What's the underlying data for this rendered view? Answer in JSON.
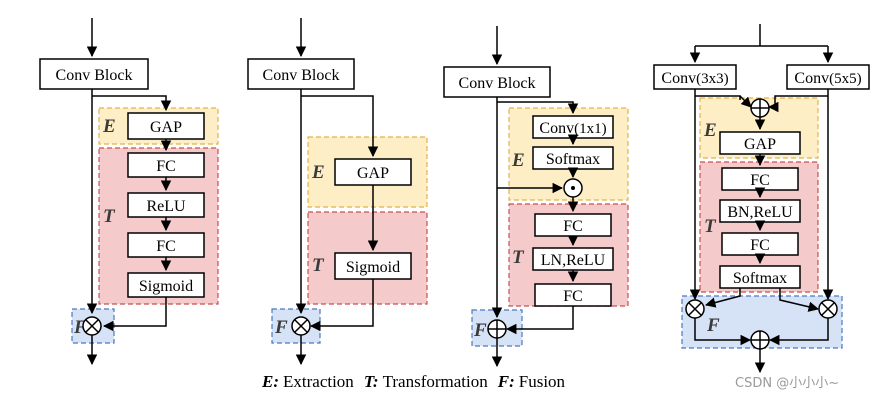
{
  "blocks": {
    "conv_block": "Conv Block",
    "gap": "GAP",
    "fc": "FC",
    "relu": "ReLU",
    "sigmoid": "Sigmoid",
    "conv1x1_main": "Conv",
    "conv1x1_sub": "(1x1)",
    "softmax": "Softmax",
    "ln_relu": "LN,ReLU",
    "conv3x3_main": "Conv",
    "conv3x3_sub": "(3x3)",
    "conv5x5_main": "Conv",
    "conv5x5_sub": "(5x5)",
    "bn_relu": "BN,ReLU"
  },
  "regions": {
    "e": "E",
    "t": "T",
    "f": "F"
  },
  "legend": {
    "e_key": "E:",
    "e_text": "Extraction",
    "t_key": "T:",
    "t_text": "Transformation",
    "f_key": "F:",
    "f_text": "Fusion"
  },
  "watermark": "CSDN @小小小~",
  "colors": {
    "extraction_fill": "#fdeec5",
    "transformation_fill": "#f4caca",
    "fusion_fill": "#d6e2f5"
  }
}
